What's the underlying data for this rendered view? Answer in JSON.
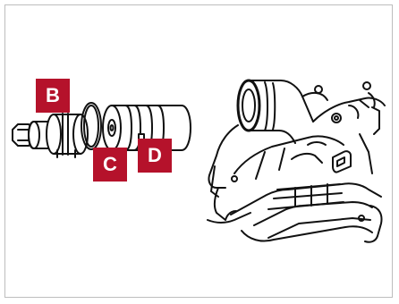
{
  "callouts": {
    "b": {
      "letter": "B"
    },
    "c": {
      "letter": "C"
    },
    "d": {
      "letter": "D"
    }
  },
  "colors": {
    "callout_bg": "#b5122b",
    "line": "#111111",
    "frame": "#bdbdbd"
  }
}
